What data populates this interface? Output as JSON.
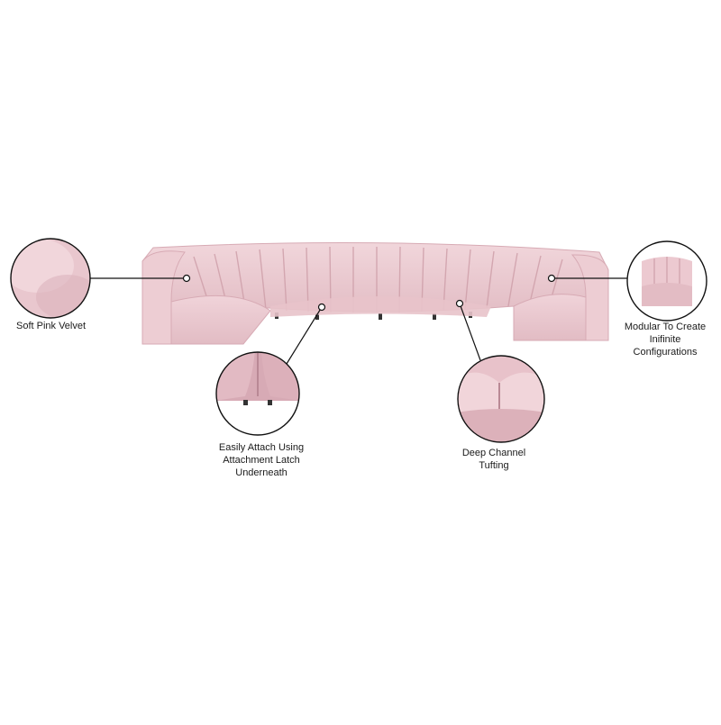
{
  "colors": {
    "velvet": "#e9c4cc",
    "velvet_light": "#f3d9de",
    "velvet_shadow": "#cfa2ac",
    "outline": "#111111"
  },
  "callouts": {
    "soft_pink_velvet": "Soft Pink Velvet",
    "modular": [
      "Modular To Create",
      "Inifinite",
      "Configurations"
    ],
    "attach": [
      "Easily Attach Using",
      "Attachment Latch",
      "Underneath"
    ],
    "tufting": [
      "Deep Channel",
      "Tufting"
    ]
  }
}
